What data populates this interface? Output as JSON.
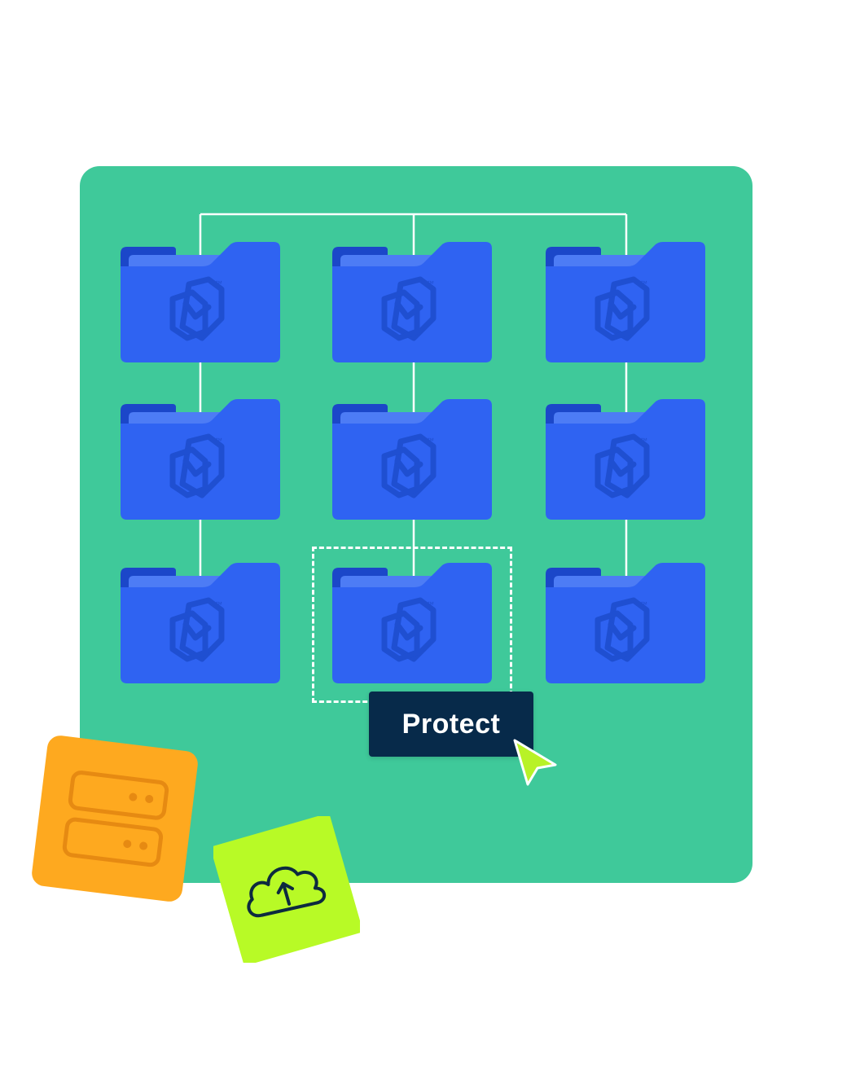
{
  "colors": {
    "board": "#3fc99a",
    "folder_front": "#2f63f2",
    "folder_back": "#1b47c9",
    "folder_inner": "#4d7cf5",
    "folder_logo": "#1f4fd1",
    "button_bg": "#072a4a",
    "cursor": "#b8f227",
    "server_tile": "#fea91f",
    "cloud_tile": "#b8fa26"
  },
  "folders": [
    {
      "id": "folder-1",
      "mark": "™"
    },
    {
      "id": "folder-2",
      "mark": "™"
    },
    {
      "id": "folder-3",
      "mark": "™"
    },
    {
      "id": "folder-4",
      "mark": "™"
    },
    {
      "id": "folder-5",
      "mark": "™"
    },
    {
      "id": "folder-6",
      "mark": "™"
    },
    {
      "id": "folder-7",
      "mark": "™"
    },
    {
      "id": "folder-8",
      "mark": "™"
    },
    {
      "id": "folder-9",
      "mark": "™"
    }
  ],
  "action": {
    "label": "Protect"
  },
  "icons": {
    "cursor": "cursor-arrow-icon",
    "server": "server-icon",
    "cloud_upload": "cloud-upload-icon"
  }
}
